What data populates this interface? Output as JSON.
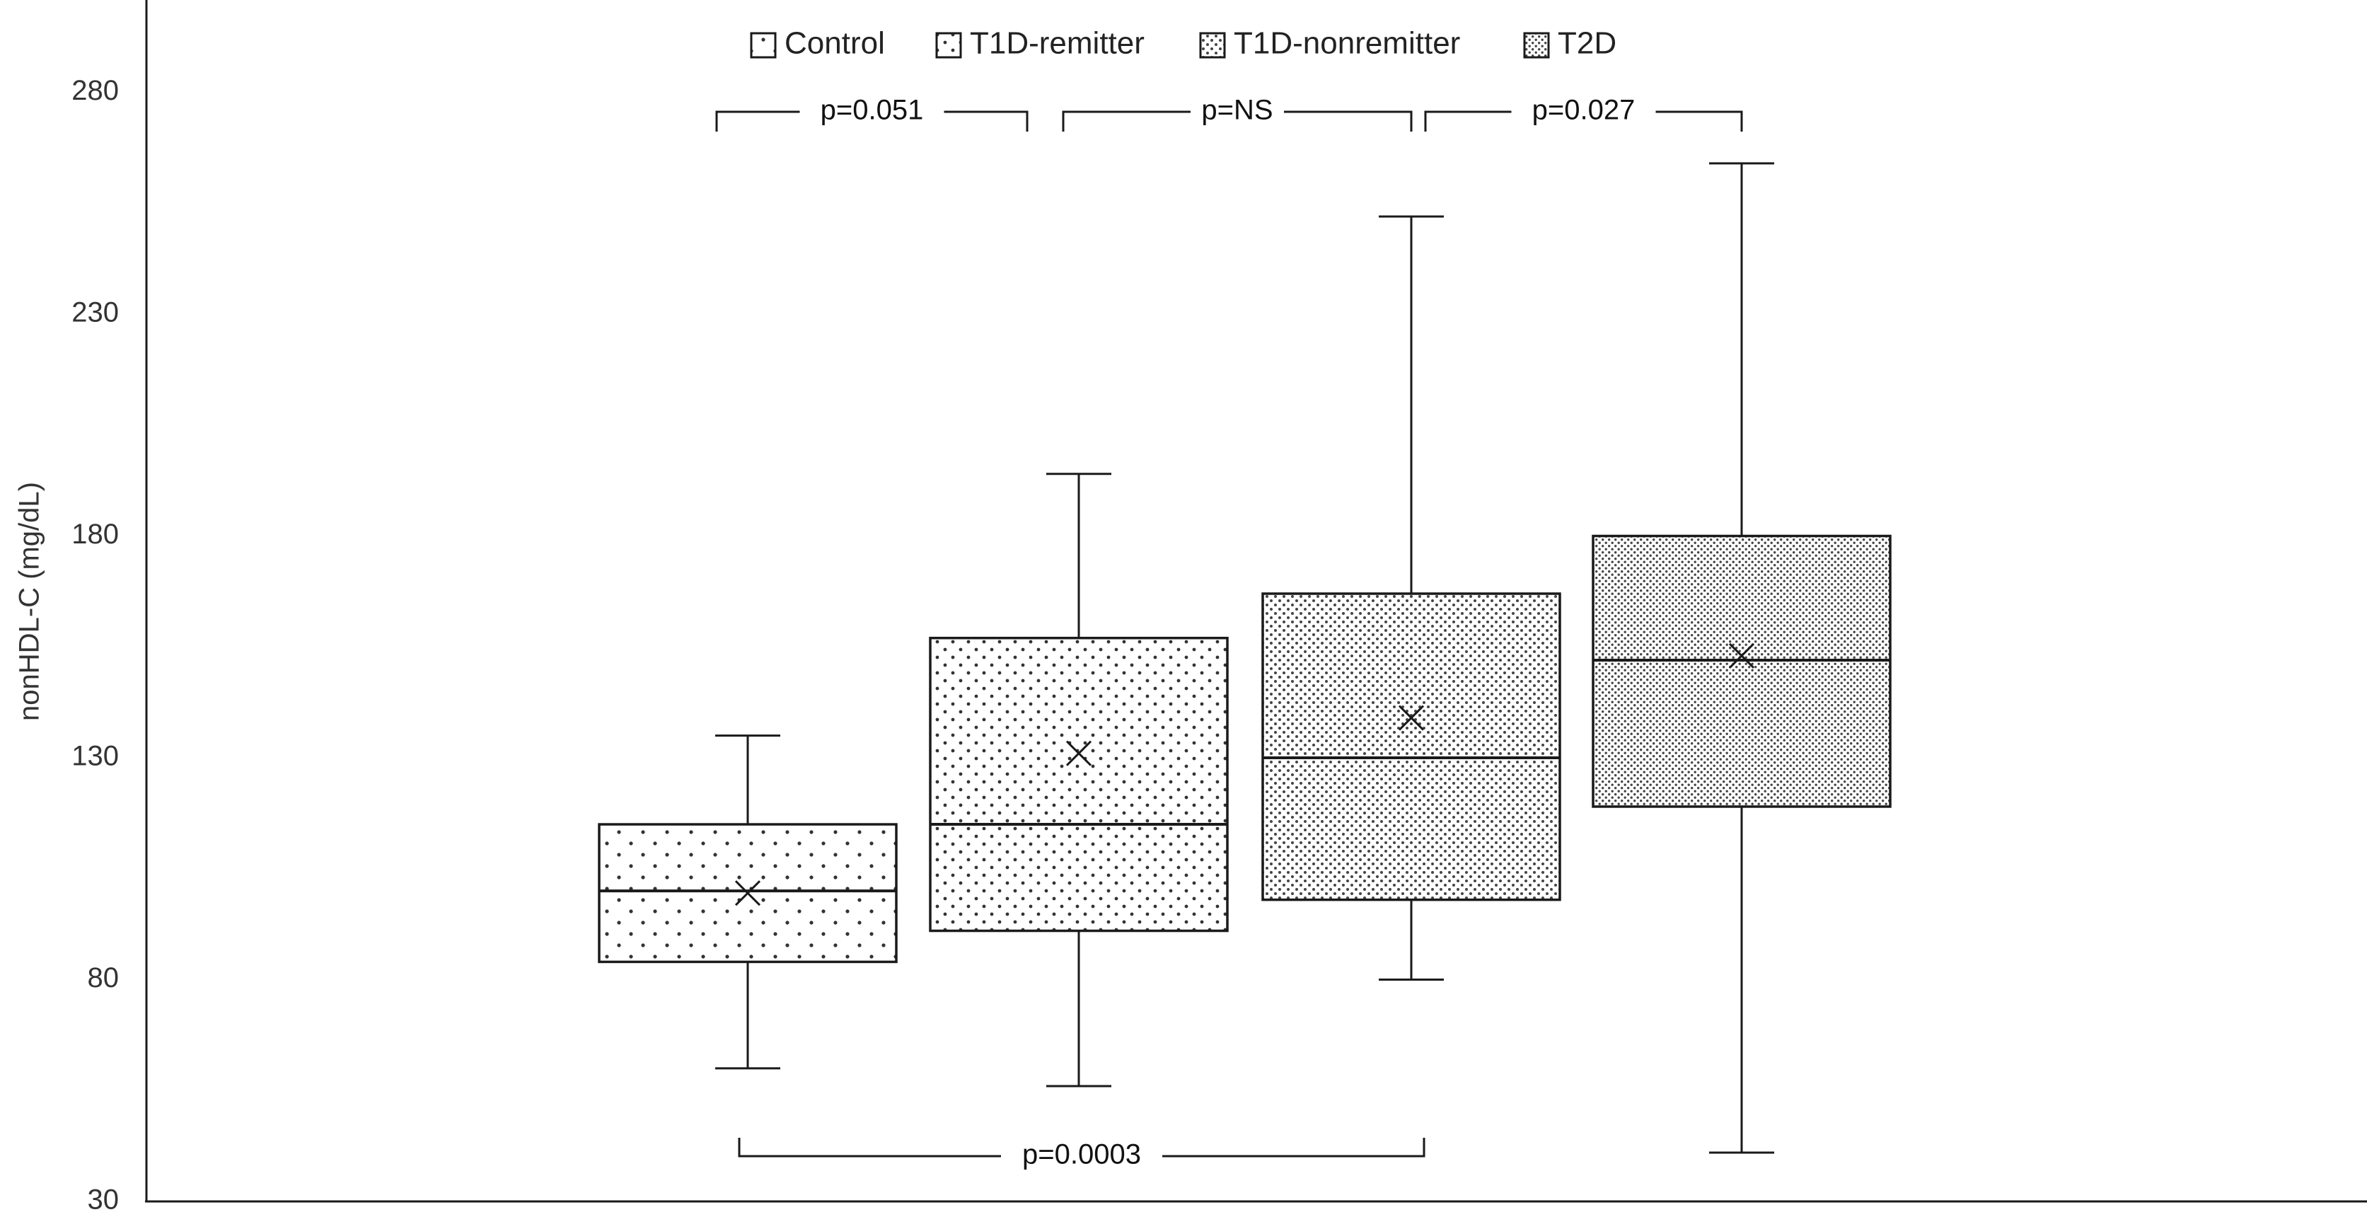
{
  "chart_data": {
    "type": "box",
    "ylabel": "nonHDL-C (mg/dL)",
    "ylim": [
      30,
      300
    ],
    "yticks": [
      30,
      80,
      130,
      180,
      230,
      280
    ],
    "grid": false,
    "legend_position": "top",
    "series": [
      {
        "name": "Control",
        "pattern": "sparse-dots",
        "whisker_low": 60,
        "q1": 84,
        "median": 100,
        "q3": 115,
        "whisker_high": 135,
        "mean": 99.5
      },
      {
        "name": "T1D-remitter",
        "pattern": "dots",
        "whisker_low": 56,
        "q1": 91,
        "median": 115,
        "q3": 157,
        "whisker_high": 194,
        "mean": 131
      },
      {
        "name": "T1D-nonremitter",
        "pattern": "medium-dots",
        "whisker_low": 80,
        "q1": 98,
        "median": 130,
        "q3": 167,
        "whisker_high": 252,
        "mean": 139
      },
      {
        "name": "T2D",
        "pattern": "dense-dots",
        "whisker_low": 41,
        "q1": 119,
        "median": 152,
        "q3": 180,
        "whisker_high": 264,
        "mean": 153
      }
    ],
    "comparisons": [
      {
        "from": 0,
        "to": 1,
        "label": "p=0.051",
        "position": "top"
      },
      {
        "from": 1,
        "to": 2,
        "label": "p=NS",
        "position": "top"
      },
      {
        "from": 2,
        "to": 3,
        "label": "p=0.027",
        "position": "top"
      },
      {
        "from": 0,
        "to": 2,
        "label": "p=0.0003",
        "position": "bottom"
      }
    ]
  },
  "colors": {
    "line": "#1a1a1a",
    "fill": "#ffffff",
    "dots": "#333333",
    "text": "#333333"
  }
}
